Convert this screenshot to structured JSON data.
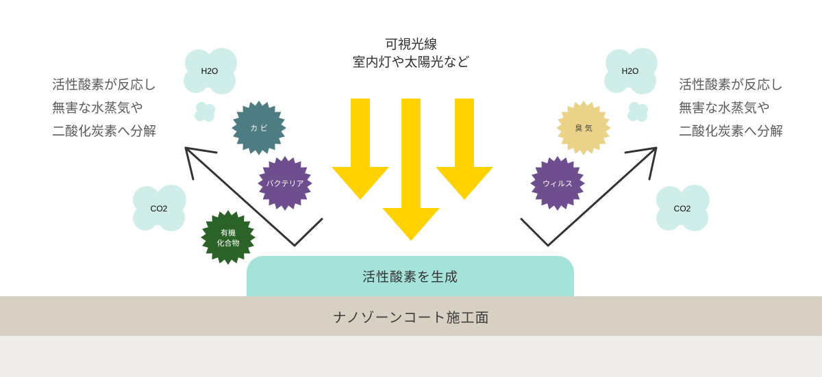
{
  "light": {
    "line1": "可視光線",
    "line2": "室内灯や太陽光など"
  },
  "left_text": [
    "活性酸素が反応し",
    "無害な水蒸気や",
    "二酸化炭素へ分解"
  ],
  "right_text": [
    "活性酸素が反応し",
    "無害な水蒸気や",
    "二酸化炭素へ分解"
  ],
  "generation": "活性酸素を生成",
  "surface": "ナノゾーンコート施工面",
  "clouds": {
    "h2o_left": "H2O",
    "co2_left": "CO2",
    "h2o_right": "H2O",
    "co2_right": "CO2"
  },
  "stars": {
    "mold": "カ ビ",
    "bacteria": "バクテリア",
    "organic_1": "有機",
    "organic_2": "化合物",
    "odor": "臭 気",
    "virus": "ウィルス"
  },
  "colors": {
    "arrow_yellow": "#ffd200",
    "cloud": "#cfeeea",
    "mold": "#4d7c83",
    "bacteria": "#6f4e8f",
    "organic": "#2b6228",
    "odor": "#ead388",
    "virus": "#6f4e8f",
    "surface": "#d9d0c4",
    "generation": "#a5e2da"
  }
}
